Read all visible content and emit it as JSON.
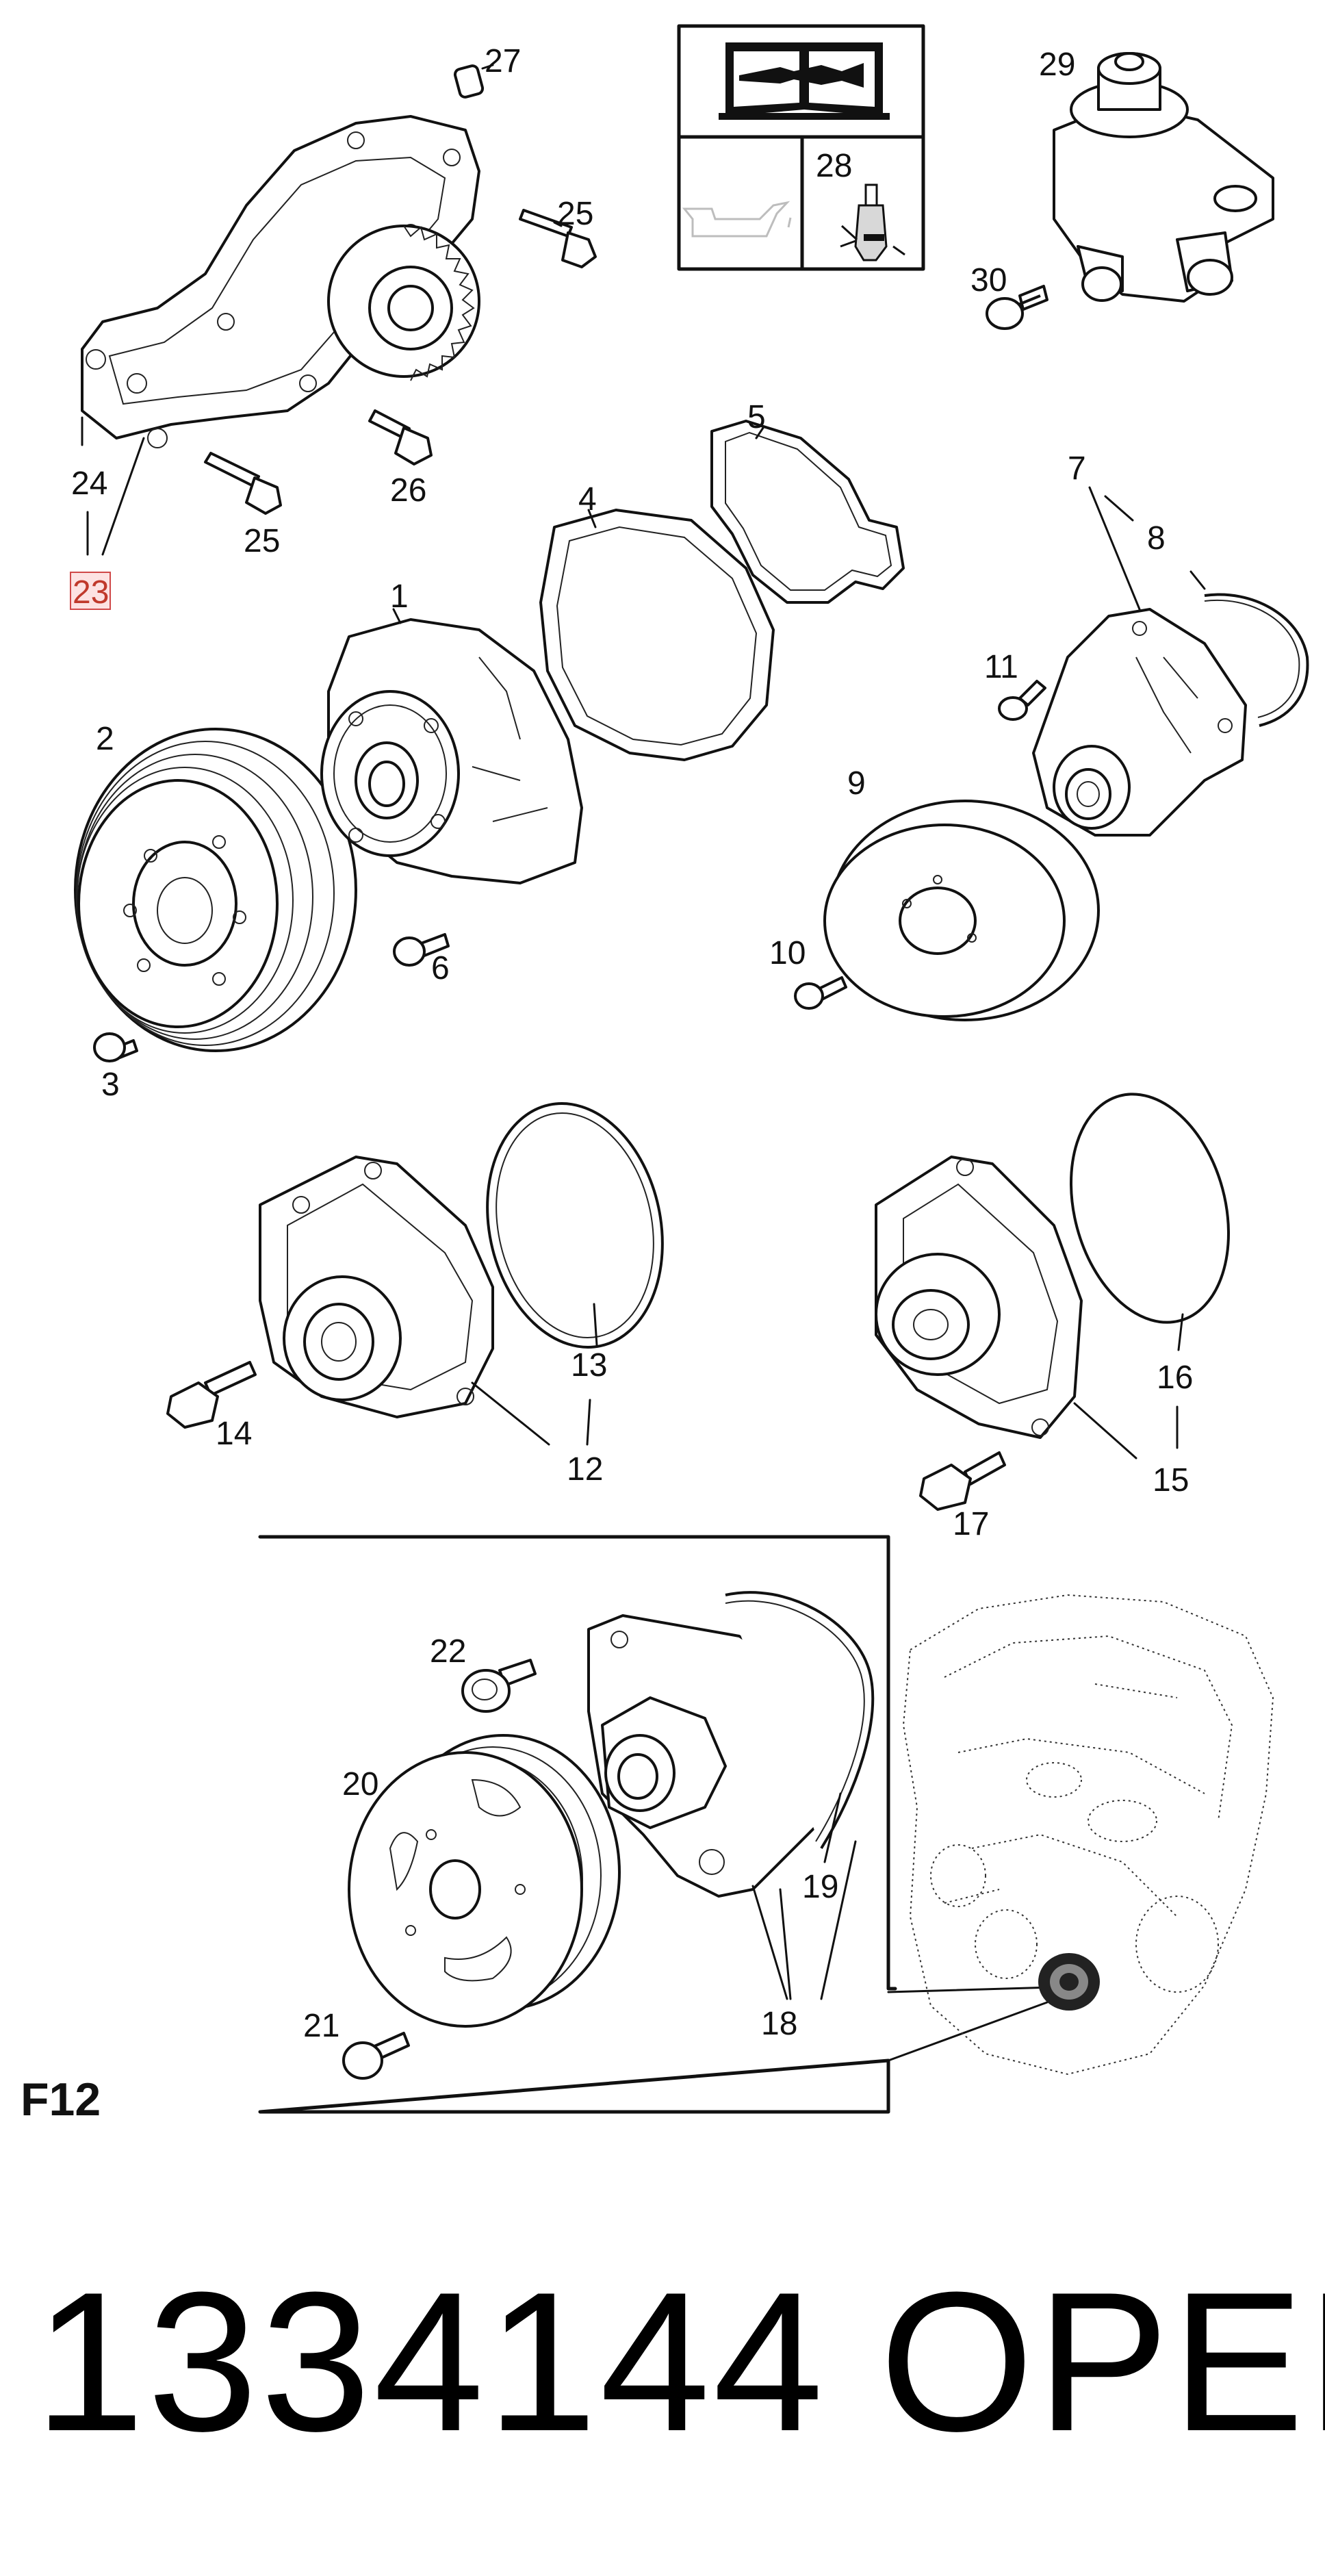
{
  "diagram": {
    "sheet_code": "F12",
    "highlighted_callout": "23",
    "footer": {
      "part_number": "1334144",
      "brand": "OPEL"
    },
    "callouts": {
      "c1": "1",
      "c2": "2",
      "c3": "3",
      "c4": "4",
      "c5": "5",
      "c6": "6",
      "c7": "7",
      "c8": "8",
      "c9": "9",
      "c10": "10",
      "c11": "11",
      "c12": "12",
      "c13": "13",
      "c14": "14",
      "c15": "15",
      "c16": "16",
      "c17": "17",
      "c18": "18",
      "c19": "19",
      "c20": "20",
      "c21": "21",
      "c22": "22",
      "c23": "23",
      "c24": "24",
      "c25a": "25",
      "c25b": "25",
      "c26": "26",
      "c27": "27",
      "c28": "28",
      "c29": "29",
      "c30": "30"
    },
    "icons": [
      "manual-wrench-icon",
      "oil-can-icon",
      "sealant-tube-icon"
    ]
  }
}
